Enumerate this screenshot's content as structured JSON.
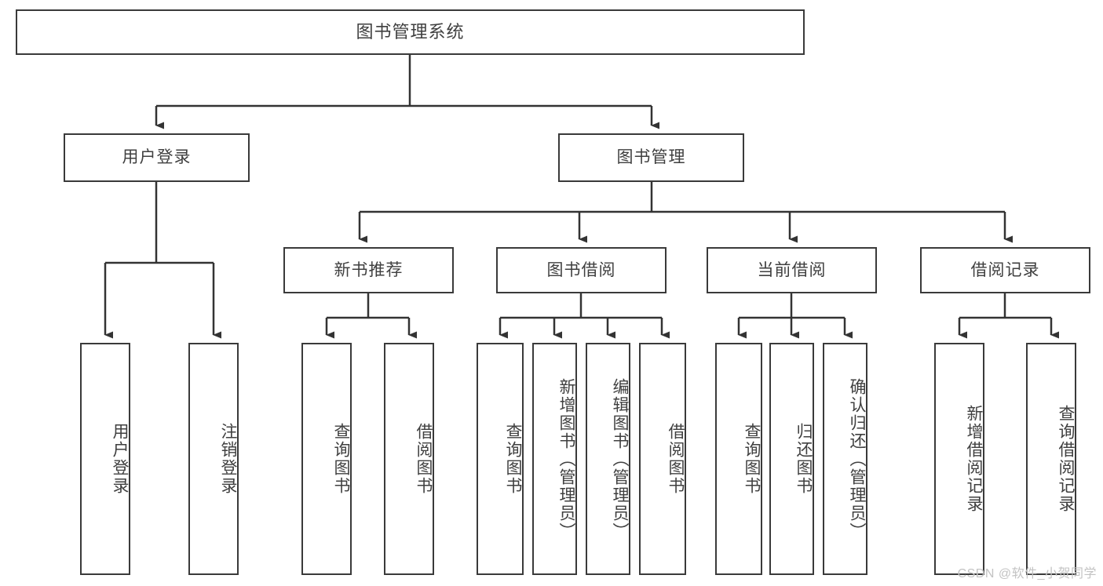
{
  "diagram": {
    "type": "tree",
    "title": "图书管理系统",
    "orientation": "top-down",
    "watermark": "CSDN @软件_小贺同学",
    "colors": {
      "box_border": "#3a3a3a",
      "box_fill": "#ffffff",
      "connector": "#333333",
      "text": "#3f3f3f",
      "watermark": "#c3c3c3",
      "background": "#ffffff"
    },
    "nodes": {
      "root": {
        "label": "图书管理系统"
      },
      "level1": [
        {
          "label": "用户登录"
        },
        {
          "label": "图书管理"
        }
      ],
      "level2": [
        {
          "label": "新书推荐"
        },
        {
          "label": "图书借阅"
        },
        {
          "label": "当前借阅"
        },
        {
          "label": "借阅记录"
        }
      ],
      "leaves": {
        "user_login": [
          {
            "label": "用户登录"
          },
          {
            "label": "注销登录"
          }
        ],
        "new_book_recommend": [
          {
            "label": "查询图书"
          },
          {
            "label": "借阅图书"
          }
        ],
        "book_borrow": [
          {
            "label": "查询图书"
          },
          {
            "label": "新增图书（管理员）"
          },
          {
            "label": "编辑图书（管理员）"
          },
          {
            "label": "借阅图书"
          }
        ],
        "current_borrow": [
          {
            "label": "查询图书"
          },
          {
            "label": "归还图书"
          },
          {
            "label": "确认归还（管理员）"
          }
        ],
        "borrow_record": [
          {
            "label": "新增借阅记录"
          },
          {
            "label": "查询借阅记录"
          }
        ]
      }
    }
  }
}
